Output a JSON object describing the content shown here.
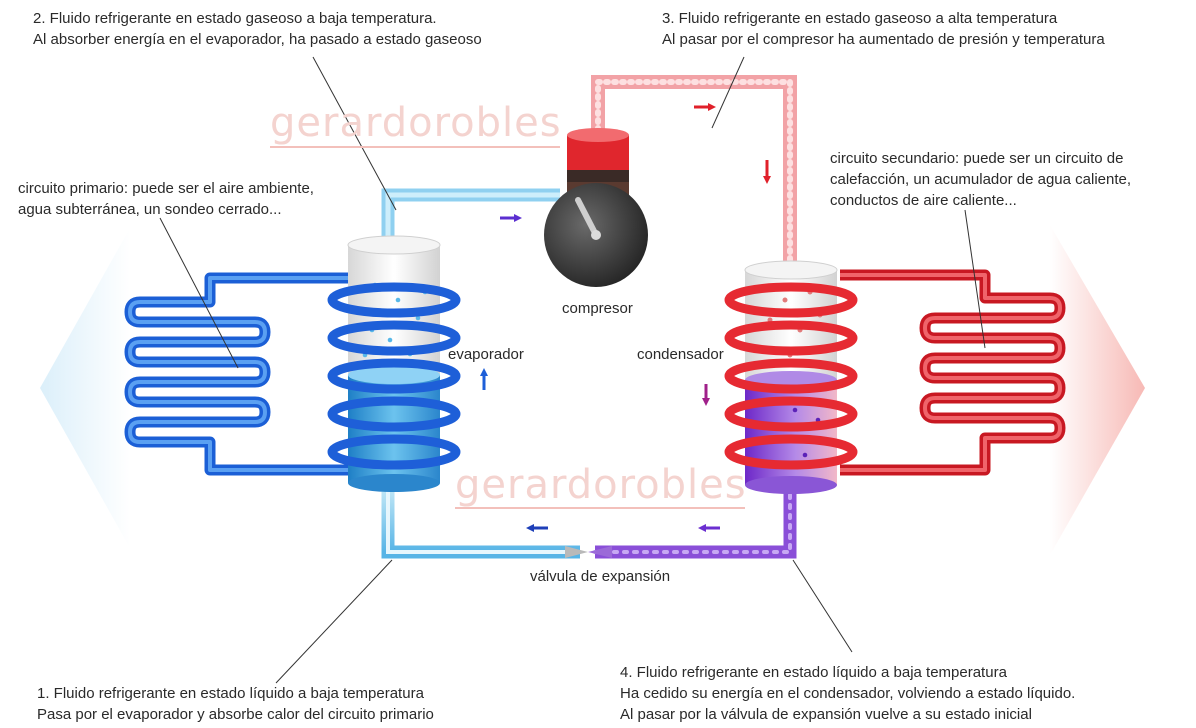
{
  "watermark": "gerardorobles",
  "notes": {
    "n1": {
      "line1": "1. Fluido refrigerante en estado líquido a baja temperatura",
      "line2": "Pasa por el evaporador y absorbe calor del circuito primario"
    },
    "n2": {
      "line1": "2. Fluido refrigerante en estado gaseoso a baja temperatura.",
      "line2": "Al absorber energía en el evaporador, ha pasado a estado gaseoso"
    },
    "n3": {
      "line1": "3. Fluido refrigerante en estado gaseoso a alta temperatura",
      "line2": "Al pasar por el compresor ha aumentado de presión y temperatura"
    },
    "n4": {
      "line1": "4. Fluido refrigerante en estado líquido a baja temperatura",
      "line2": "Ha cedido su energía en el condensador, volviendo a estado líquido.",
      "line3": "Al pasar por la válvula de expansión vuelve a su estado inicial"
    }
  },
  "primary": {
    "line1": "circuito primario: puede ser el aire ambiente,",
    "line2": "agua subterránea, un sondeo cerrado..."
  },
  "secondary": {
    "line1": "circuito secundario: puede ser un circuito de",
    "line2": "calefacción, un acumulador de agua caliente,",
    "line3": "conductos de aire caliente..."
  },
  "labels": {
    "compressor": "compresor",
    "evaporator": "evaporador",
    "condenser": "condensador",
    "valve": "válvula de expansión"
  },
  "colors": {
    "cold": "#1e64d8",
    "hot": "#e0202a",
    "purple": "#7a3fd0"
  }
}
